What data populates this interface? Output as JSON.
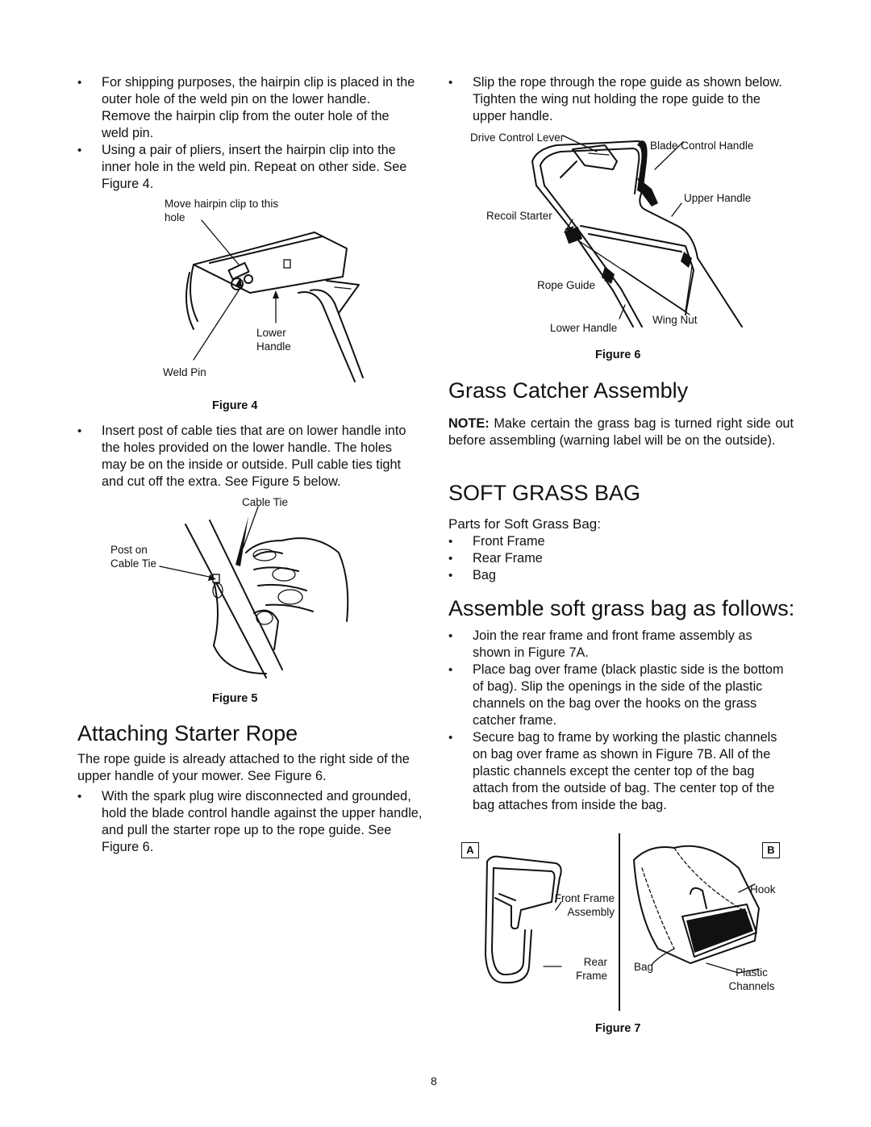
{
  "left": {
    "bullets_top": [
      "For shipping purposes, the hairpin clip is placed in the outer hole of the weld pin on the lower handle. Remove the hairpin clip from the outer hole of the weld pin.",
      "Using a pair of pliers, insert the hairpin clip into the inner hole in the weld pin. Repeat on other side. See Figure 4."
    ],
    "figure4": {
      "label_move": "Move hairpin clip to this hole",
      "label_lower": "Lower Handle",
      "label_weld": "Weld Pin",
      "caption": "Figure 4"
    },
    "bullet_cable": "Insert post of cable ties that are on lower handle into the holes provided on the lower handle. The holes may be on the inside or outside. Pull cable ties tight and cut off the extra. See Figure 5 below.",
    "figure5": {
      "label_cable_tie": "Cable Tie",
      "label_post": "Post on Cable Tie",
      "caption": "Figure 5"
    },
    "starter_rope": {
      "heading": "Attaching Starter Rope",
      "paragraph": "The rope guide is already attached to the right side of the upper handle of your mower. See Figure 6.",
      "bullet": "With the spark plug wire disconnected and grounded, hold the blade control handle against the upper handle, and pull the starter rope up to the rope guide. See Figure 6."
    }
  },
  "right": {
    "bullet_rope": "Slip the rope through the rope guide as shown below. Tighten the wing nut holding the rope guide to the upper handle.",
    "figure6": {
      "label_drive": "Drive Control Lever",
      "label_blade": "Blade Control Handle",
      "label_upper": "Upper Handle",
      "label_recoil": "Recoil Starter",
      "label_rope_guide": "Rope Guide",
      "label_wing": "Wing Nut",
      "label_lower": "Lower Handle",
      "caption": "Figure 6"
    },
    "grass_catcher": {
      "heading": "Grass Catcher Assembly",
      "note_label": "NOTE:",
      "note_text": " Make certain the grass bag is turned right side out before assembling (warning label will be on the outside)."
    },
    "soft_bag": {
      "heading": "SOFT GRASS BAG",
      "parts_heading": "Parts for Soft Grass Bag:",
      "parts": [
        "Front Frame",
        "Rear Frame",
        "Bag"
      ]
    },
    "assemble": {
      "heading": "Assemble soft grass bag as follows:",
      "steps": [
        "Join the rear frame and front frame assembly as shown in Figure 7A.",
        "Place bag over frame (black plastic side is the bottom of bag). Slip the openings in the side of the plastic channels on the bag over the hooks on the grass catcher frame.",
        "Secure bag to frame by working the plastic channels on bag over frame as shown in Figure 7B. All of the plastic channels except the center top of the bag attach from the outside of bag. The center top of the bag attaches from inside the bag."
      ]
    },
    "figure7": {
      "panel_a": "A",
      "panel_b": "B",
      "label_front": "Front Frame Assembly",
      "label_rear": "Rear Frame",
      "label_hook": "Hook",
      "label_bag": "Bag",
      "label_channels": "Plastic Channels",
      "caption": "Figure 7"
    }
  },
  "footer": {
    "page_number": "8"
  }
}
